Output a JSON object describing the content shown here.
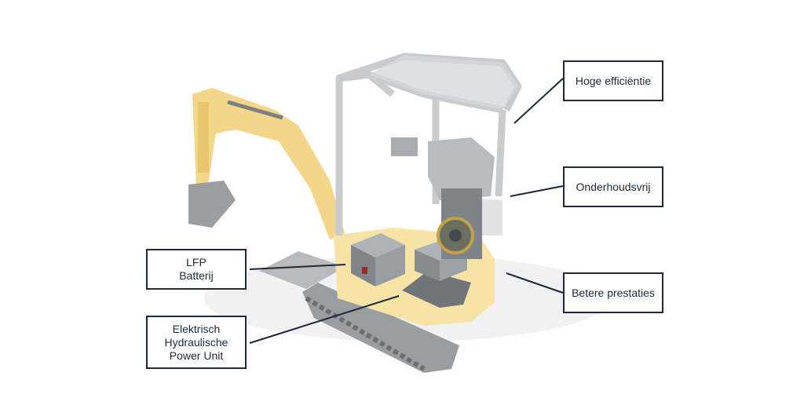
{
  "callouts": {
    "efficiency": "Hoge efficiëntie",
    "maintenance": "Onderhoudsvrij",
    "performance": "Betere prestaties",
    "battery": [
      "LFP",
      "Batterij"
    ],
    "hpu": [
      "Elektrisch",
      "Hydraulische",
      "Power Unit"
    ]
  },
  "colors": {
    "callout_line": "#1b2a3a",
    "machine_body": "#f7e3a6",
    "arm": "#f2cf70",
    "cabin_frame": "#c9cccf",
    "track": "#8a8d90",
    "component": "#8e949a"
  }
}
